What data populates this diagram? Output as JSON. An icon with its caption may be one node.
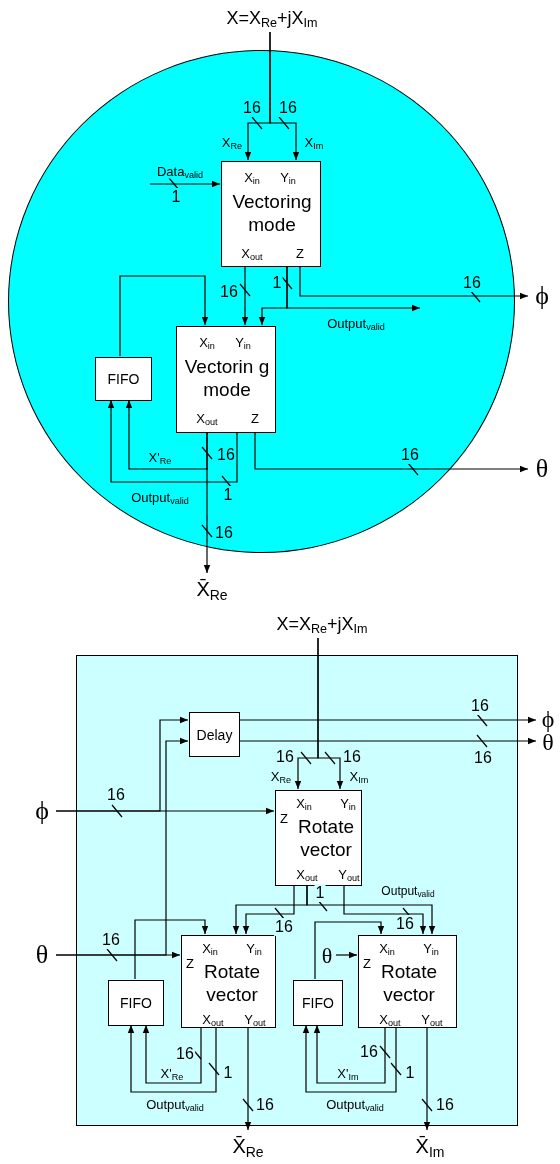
{
  "diagram": {
    "nodes": [
      {
        "text": [
          "X=X$_{Re}$+jX$_{Im}$"
        ]
      },
      {
        "text": [],
        "shape": "circle"
      },
      {
        "text": [
          "X$_{in}$",
          "Y$_{in}$",
          "Vectoring mode",
          "X$_{out}$",
          "Z"
        ],
        "in": 1
      },
      {
        "text": [
          "FIFO"
        ],
        "in": 1
      },
      {
        "text": [
          "X$_{in}$",
          "Y$_{in}$",
          "Vectorin g mode",
          "X$_{out}$",
          "Z"
        ],
        "in": 1
      },
      {
        "text": [
          "ϕ"
        ]
      },
      {
        "text": [
          "θ"
        ]
      },
      {
        "text": [
          "X̄$_{Re}$"
        ]
      },
      {
        "text": [
          "X=X$_{Re}$+jX$_{Im}$"
        ]
      },
      {
        "text": [],
        "shape": "box"
      },
      {
        "text": [
          "Delay"
        ],
        "in": 9
      },
      {
        "text": [
          "ϕ"
        ]
      },
      {
        "text": [
          "θ"
        ]
      },
      {
        "text": [
          "ϕ"
        ]
      },
      {
        "text": [
          "X$_{in}$",
          "Y$_{in}$",
          "Z",
          "Rotate vector",
          "X$_{out}$",
          "Y$_{out}$"
        ],
        "in": 9
      },
      {
        "text": [
          "θ"
        ]
      },
      {
        "text": [
          "FIFO"
        ],
        "in": 9
      },
      {
        "text": [
          "X$_{in}$",
          "Y$_{in}$",
          "Z",
          "Rotate vector",
          "X$_{out}$",
          "Y$_{out}$"
        ],
        "in": 9
      },
      {
        "text": [
          "θ"
        ],
        "in": 9
      },
      {
        "text": [
          "FIFO"
        ],
        "in": 9
      },
      {
        "text": [
          "X$_{in}$",
          "Y$_{in}$",
          "Z",
          "Rotate vector",
          "X$_{out}$",
          "Y$_{out}$"
        ],
        "in": 9
      },
      {
        "text": [
          "X̄$_{Re}$"
        ]
      },
      {
        "text": [
          "X̄$_{Im}$"
        ]
      }
    ],
    "edges": [
      {
        "from": 0,
        "to": 2,
        "arrow": "to",
        "label": "X$_{Re}$"
      },
      {
        "from": 0,
        "to": 2,
        "arrow": "to",
        "label": "X$_{Im}$"
      },
      {
        "from": null,
        "to": 2,
        "arrow": "to",
        "label": "Data$_{valid}$"
      },
      {
        "from": 2,
        "to": 4,
        "arrow": "to",
        "label": "16"
      },
      {
        "from": 2,
        "to": 4,
        "arrow": "to",
        "label": "1"
      },
      {
        "from": 2,
        "to": null,
        "arrow": "to",
        "label": "Output$_{valid}$"
      },
      {
        "from": 2,
        "to": 5,
        "arrow": "to",
        "label": "16"
      },
      {
        "from": 3,
        "to": 4,
        "arrow": "to"
      },
      {
        "from": 4,
        "to": 3,
        "arrow": "to",
        "label": "X'$_{Re}$"
      },
      {
        "from": 4,
        "to": 3,
        "arrow": "to",
        "label": "Output$_{valid}$"
      },
      {
        "from": 4,
        "to": 7,
        "arrow": "to",
        "label": "16"
      },
      {
        "from": 4,
        "to": 6,
        "arrow": "to",
        "label": "16"
      },
      {
        "from": 8,
        "to": 14,
        "arrow": "to",
        "label": "X$_{Re}$"
      },
      {
        "from": 8,
        "to": 14,
        "arrow": "to",
        "label": "X$_{Im}$"
      },
      {
        "from": 13,
        "to": 10,
        "arrow": "to"
      },
      {
        "from": 13,
        "to": 14,
        "arrow": "to"
      },
      {
        "from": 15,
        "to": 10,
        "arrow": "to"
      },
      {
        "from": 15,
        "to": 17,
        "arrow": "to"
      },
      {
        "from": 10,
        "to": 11,
        "arrow": "to",
        "label": "16"
      },
      {
        "from": 10,
        "to": 12,
        "arrow": "to",
        "label": "16"
      },
      {
        "from": 14,
        "to": 17,
        "arrow": "to",
        "label": "16"
      },
      {
        "from": 14,
        "to": 17,
        "arrow": "to",
        "label": "1"
      },
      {
        "from": 14,
        "to": 20,
        "arrow": "to",
        "label": "Output$_{valid}$"
      },
      {
        "from": 14,
        "to": 20,
        "arrow": "to",
        "label": "16"
      },
      {
        "from": 16,
        "to": 17,
        "arrow": "to"
      },
      {
        "from": 17,
        "to": 16,
        "arrow": "to",
        "label": "X'$_{Re}$"
      },
      {
        "from": 17,
        "to": 16,
        "arrow": "to",
        "label": "Output$_{valid}$"
      },
      {
        "from": 17,
        "to": 21,
        "arrow": "to",
        "label": "16"
      },
      {
        "from": 18,
        "to": 20,
        "arrow": "to"
      },
      {
        "from": 19,
        "to": 20,
        "arrow": "to"
      },
      {
        "from": 20,
        "to": 19,
        "arrow": "to",
        "label": "X'$_{Im}$"
      },
      {
        "from": 20,
        "to": 19,
        "arrow": "to",
        "label": "Output$_{valid}$"
      },
      {
        "from": 20,
        "to": 22,
        "arrow": "to",
        "label": "16"
      }
    ],
    "labels": [
      "16",
      "16",
      "1",
      "16",
      "1",
      "16",
      "16",
      "16",
      "16",
      "16",
      "1",
      "16",
      "1"
    ]
  }
}
